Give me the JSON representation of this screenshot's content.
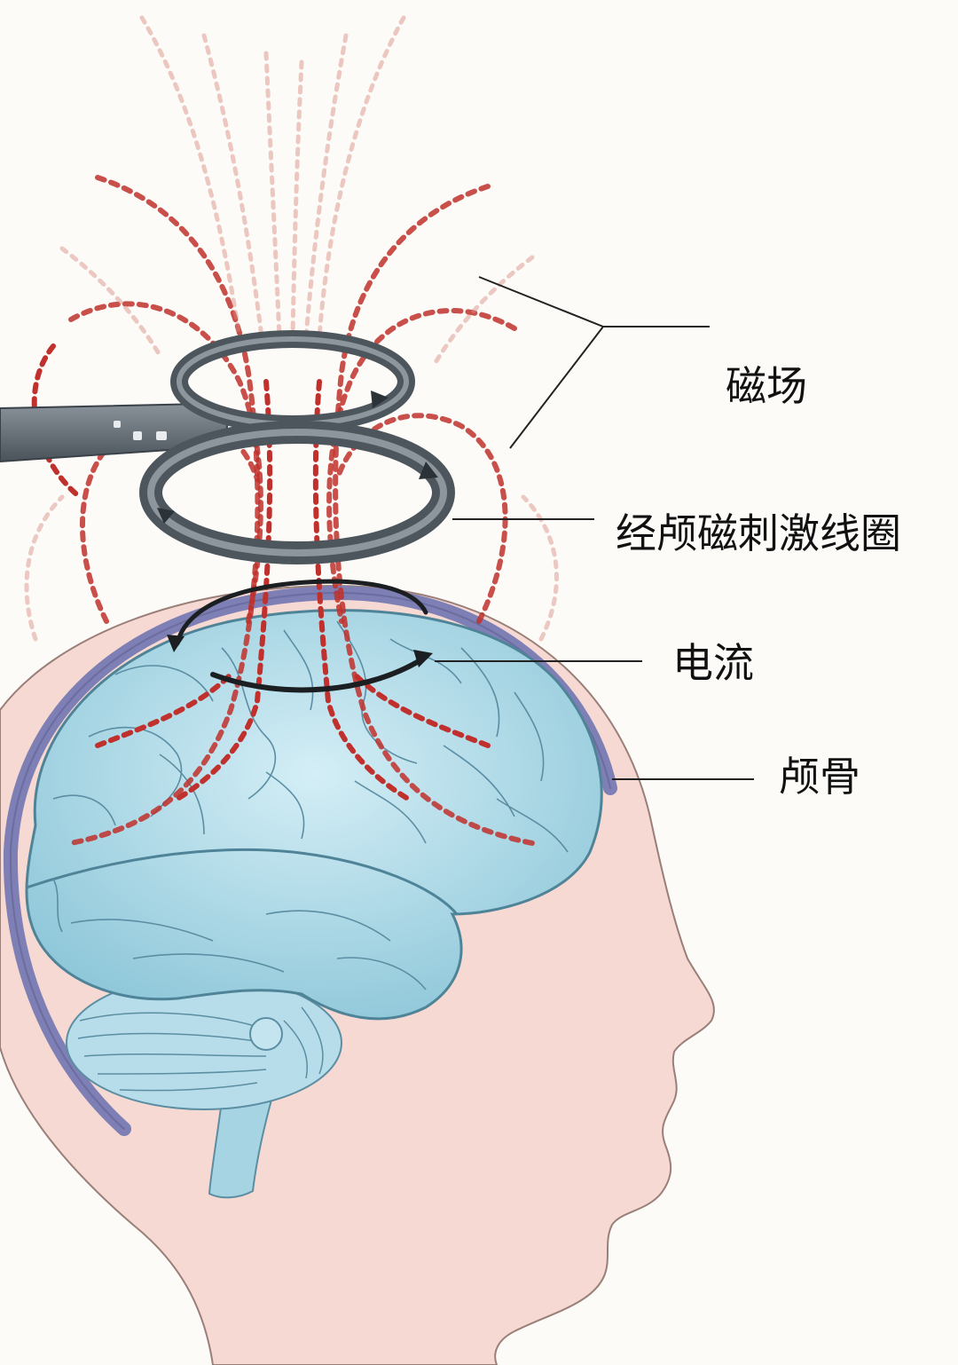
{
  "labels": {
    "magnetic_field": "磁场",
    "tms_coil": "经颅磁刺激线圈",
    "current": "电流",
    "skull": "颅骨"
  },
  "colors": {
    "background": "#fcfbf8",
    "skin": "#f6d9d2",
    "skin_outline": "#9a7f79",
    "skull": "#7d7fb5",
    "brain": "#bde3ee",
    "brain_line": "#5b8ea3",
    "coil": "#5f6870",
    "field_line": "#c0302c",
    "leader_line": "#222222"
  }
}
